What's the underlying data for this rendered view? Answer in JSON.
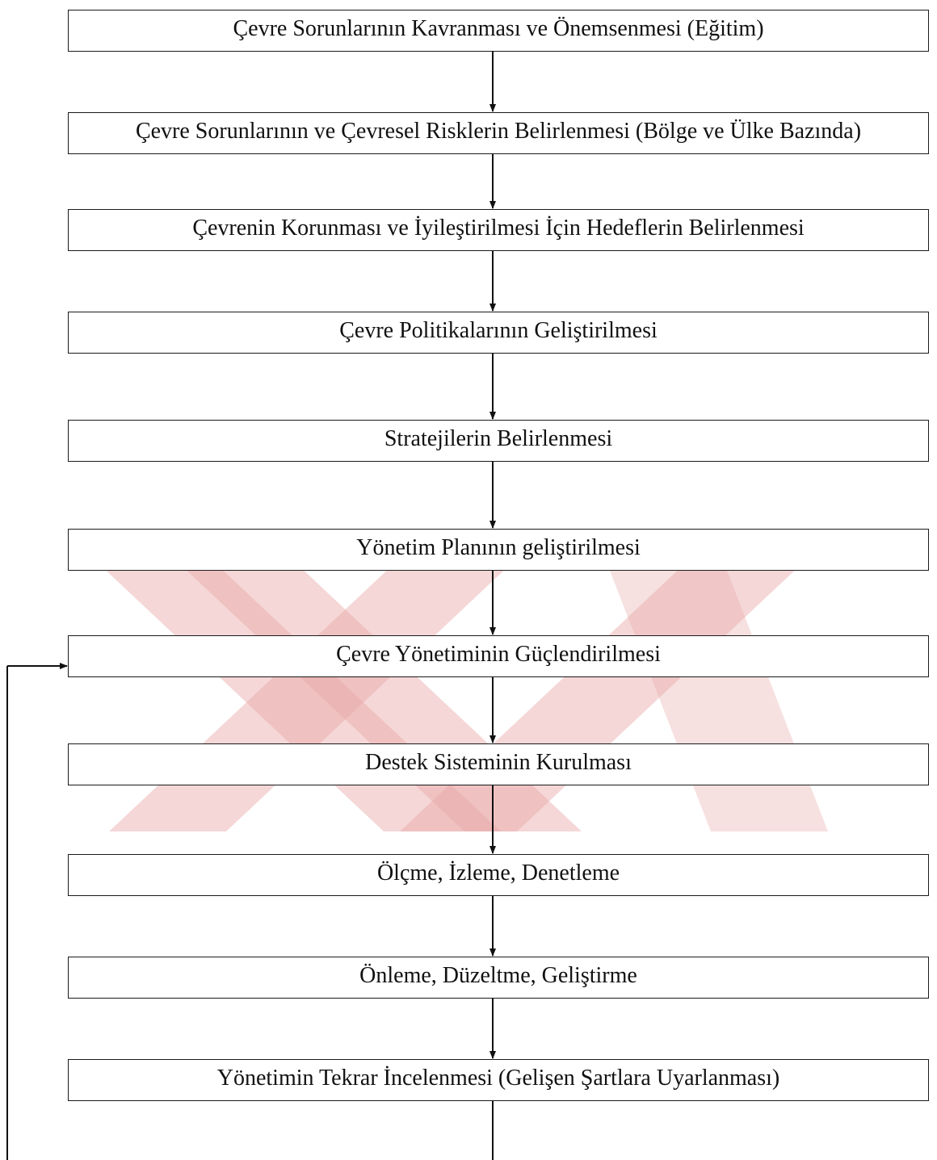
{
  "colors": {
    "box_border": "#1a1a1a",
    "arrow": "#111111",
    "text": "#111111",
    "watermark": "#e8a6a6"
  },
  "diagram": {
    "steps": [
      {
        "label": "Çevre Sorunlarının Kavranması ve Önemsenmesi (Eğitim)"
      },
      {
        "label": "Çevre Sorunlarının ve Çevresel Risklerin Belirlenmesi (Bölge ve Ülke Bazında)"
      },
      {
        "label": "Çevrenin Korunması ve İyileştirilmesi İçin Hedeflerin Belirlenmesi"
      },
      {
        "label": "Çevre Politikalarının Geliştirilmesi"
      },
      {
        "label": "Stratejilerin Belirlenmesi"
      },
      {
        "label": "Yönetim Planının geliştirilmesi"
      },
      {
        "label": "Çevre Yönetiminin Güçlendirilmesi"
      },
      {
        "label": "Destek Sisteminin Kurulması"
      },
      {
        "label": "Ölçme, İzleme, Denetleme"
      },
      {
        "label": "Önleme, Düzeltme, Geliştirme"
      },
      {
        "label": "Yönetimin Tekrar İncelenmesi (Gelişen Şartlara Uyarlanması)"
      }
    ],
    "feedback": {
      "from_step": 10,
      "to_step": 6
    }
  }
}
